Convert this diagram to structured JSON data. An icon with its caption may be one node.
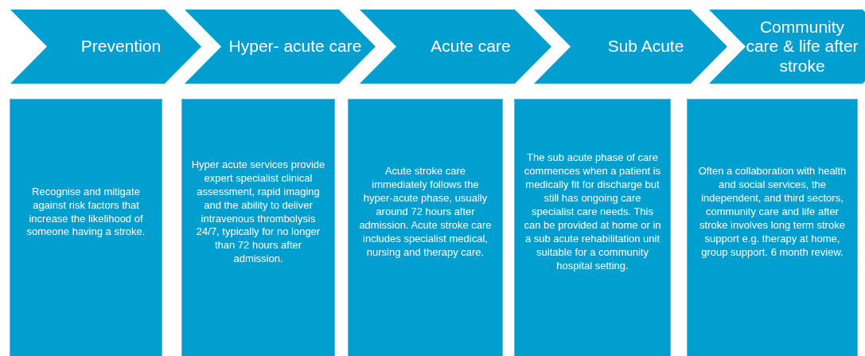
{
  "diagram": {
    "nodes": [
      {
        "text": [
          "Prevention"
        ]
      },
      {
        "text": [
          "Hyper- acute care"
        ]
      },
      {
        "text": [
          "Acute care"
        ]
      },
      {
        "text": [
          "Sub Acute"
        ]
      },
      {
        "text": [
          "Community care & life after stroke"
        ]
      },
      {
        "text": [
          "Recognise and mitigate against risk factors that increase the likelihood of someone having a stroke."
        ]
      },
      {
        "text": [
          "Hyper acute services provide expert specialist clinical assessment, rapid imaging and the ability to deliver intravenous thrombolysis 24/7, typically for no longer than 72 hours after admission."
        ]
      },
      {
        "text": [
          "Acute stroke care immediately follows the hyper-acute phase, usually around 72 hours after admission. Acute stroke care includes specialist medical, nursing and therapy care."
        ]
      },
      {
        "text": [
          "The sub acute phase of care commences when a patient is medically fit for discharge but still has ongoing care specialist care needs. This can be provided at home or in a sub acute rehabilitation unit suitable for a community hospital setting."
        ]
      },
      {
        "text": [
          "Often a collaboration with health and social services, the independent, and third sectors, community care and life after stroke involves long term stroke support e.g. therapy at home, group support. 6 month review."
        ]
      }
    ]
  }
}
